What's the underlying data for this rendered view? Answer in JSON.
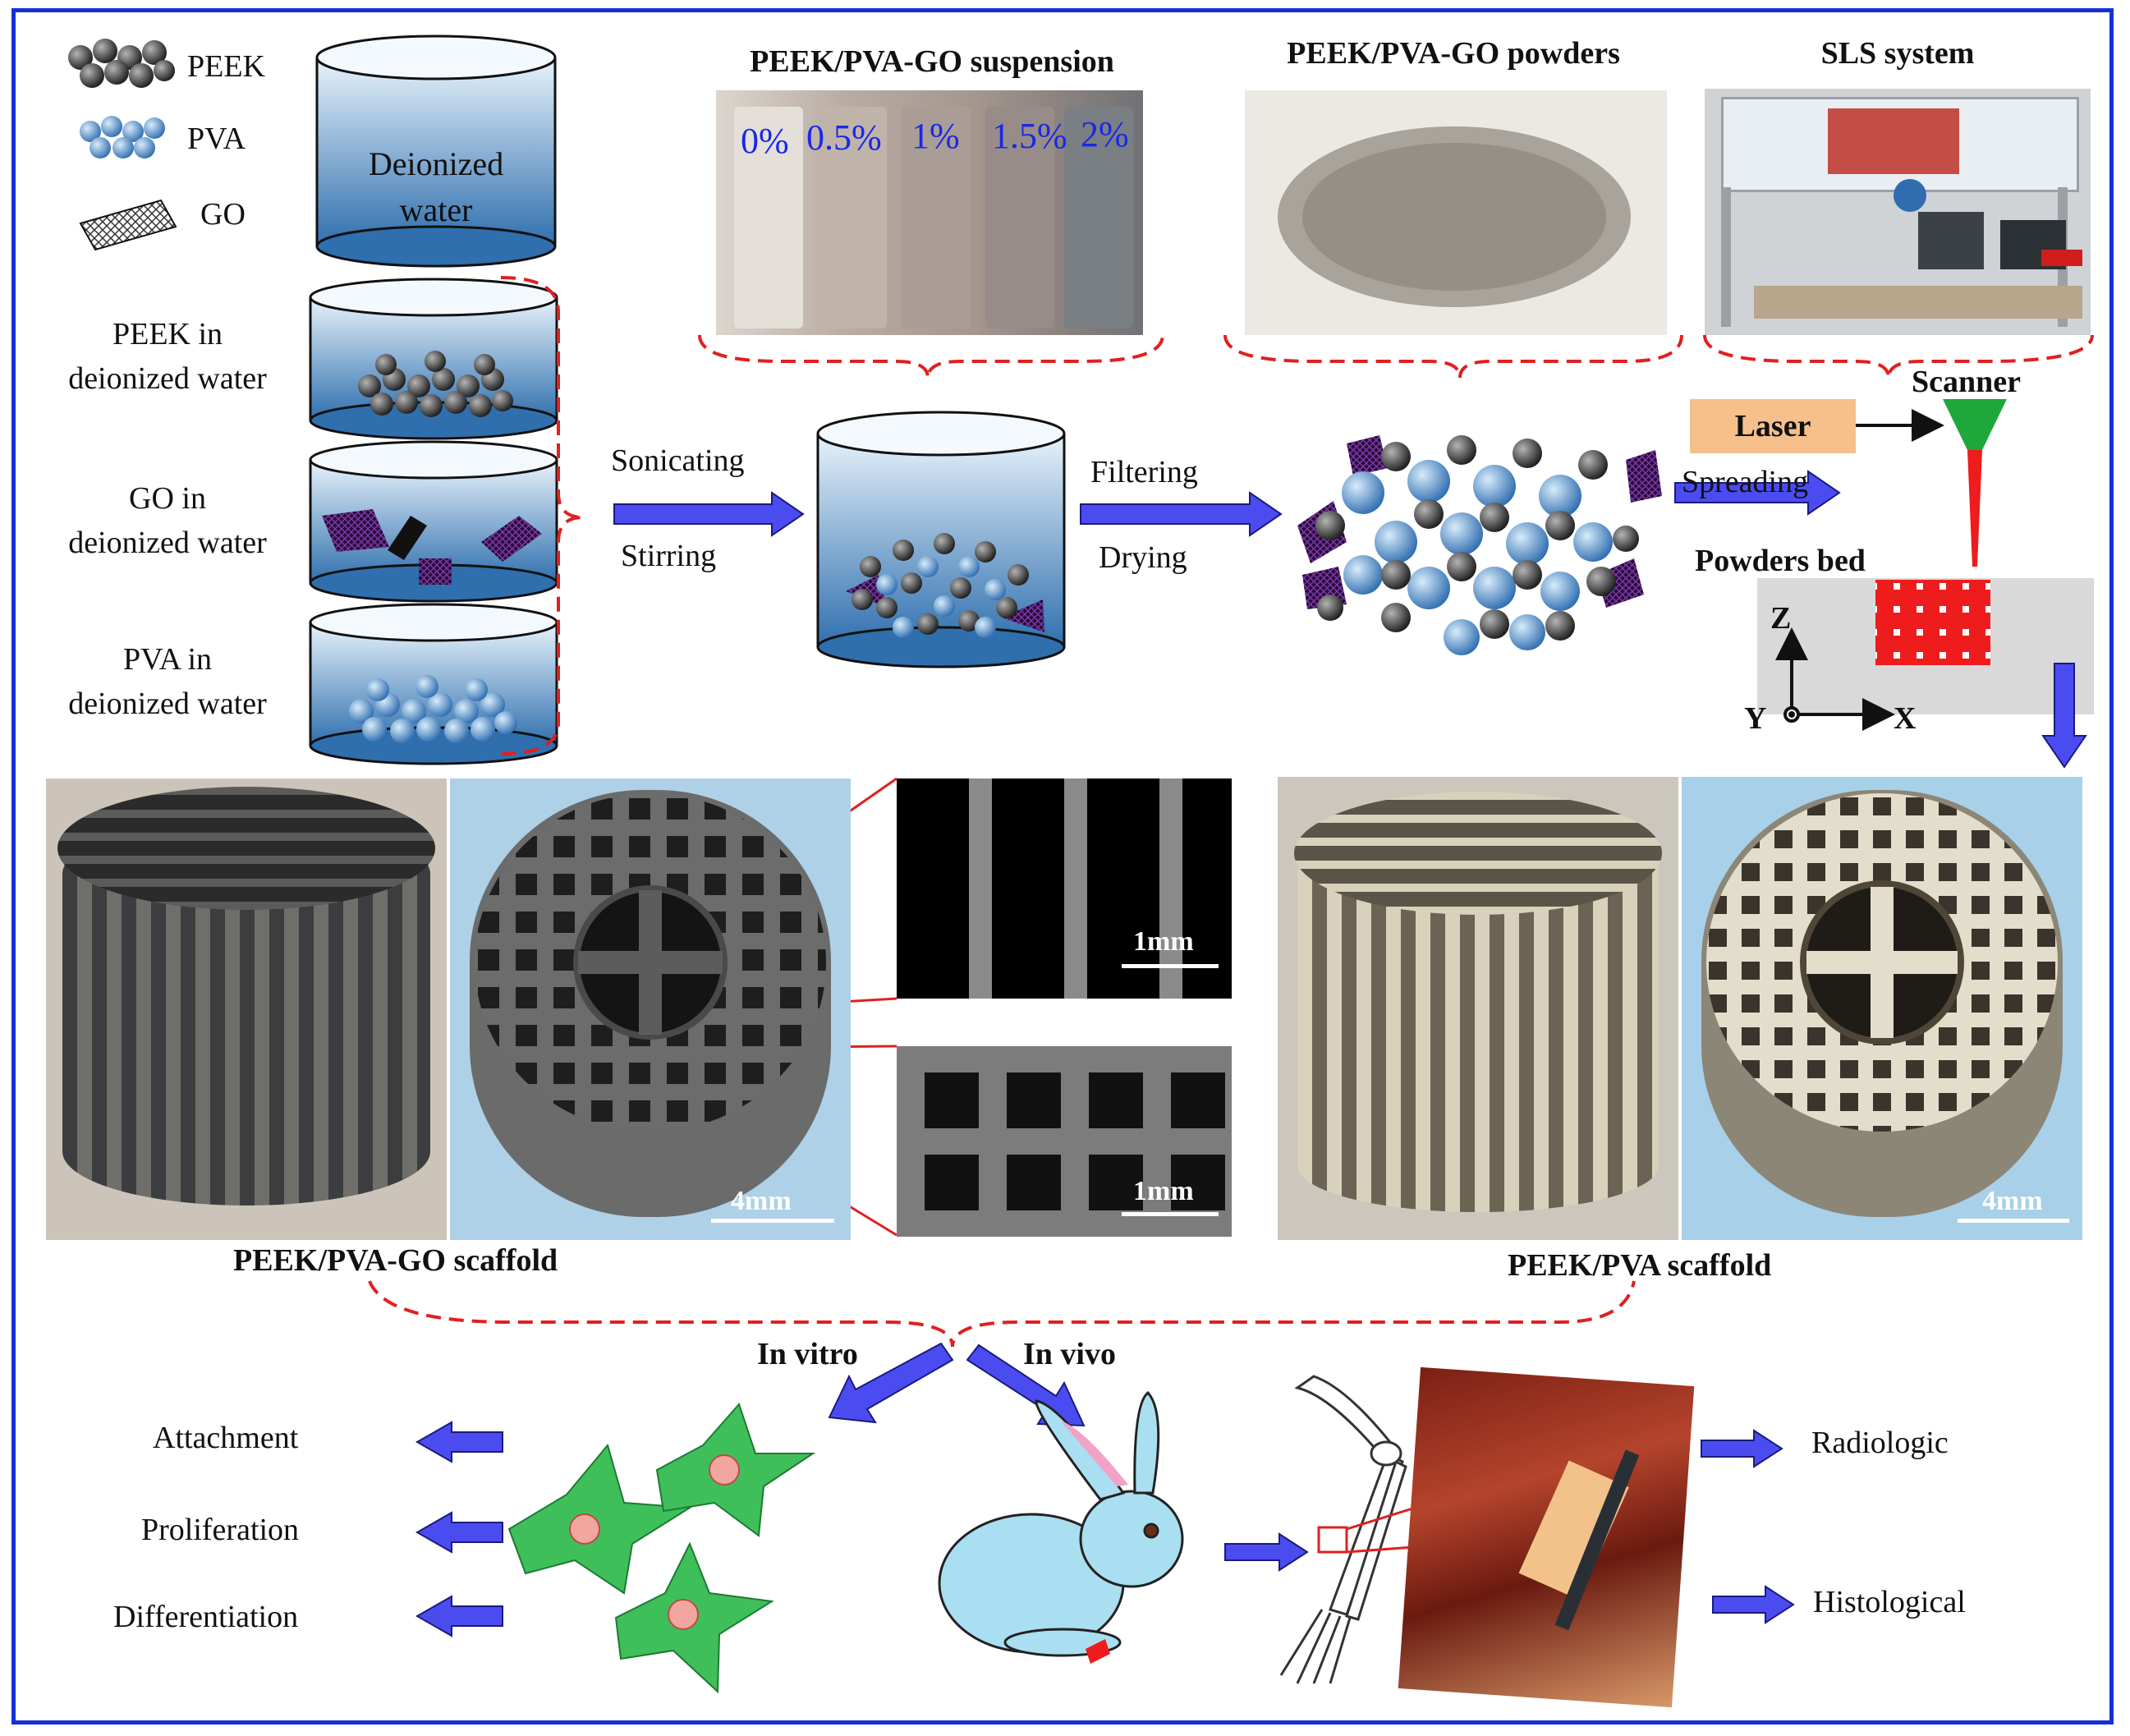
{
  "legend": {
    "peek": "PEEK",
    "pva": "PVA",
    "go": "GO"
  },
  "beakers": {
    "main": "Deionized\nwater",
    "peek": "PEEK in\ndeionized water",
    "go": "GO in\ndeionized water",
    "pva": "PVA in\ndeionized water"
  },
  "photos": {
    "suspension_title": "PEEK/PVA-GO suspension",
    "suspension_labels": [
      "0%",
      "0.5%",
      "1%",
      "1.5%",
      "2%"
    ],
    "powders_title": "PEEK/PVA-GO powders",
    "sls_title": "SLS system"
  },
  "steps": {
    "sonicating": "Sonicating",
    "stirring": "Stirring",
    "filtering": "Filtering",
    "drying": "Drying",
    "spreading": "Spreading",
    "laser": "Laser",
    "scanner": "Scanner",
    "powders_bed": "Powders bed",
    "axis_z": "Z",
    "axis_x": "X",
    "axis_y": "Y"
  },
  "scaffolds": {
    "go_label": "PEEK/PVA-GO scaffold",
    "pva_label": "PEEK/PVA scaffold",
    "scale_4mm": "4mm",
    "scale_1mm": "1mm"
  },
  "bio": {
    "in_vitro": "In vitro",
    "in_vivo": "In vivo",
    "attachment": "Attachment",
    "proliferation": "Proliferation",
    "differentiation": "Differentiation",
    "radiologic": "Radiologic",
    "histological": "Histological"
  },
  "colors": {
    "frame": "#1530d8",
    "arrow": "#4b4cf0",
    "dashed": "#e02020",
    "laser_box": "#f5c08c",
    "scanner_green": "#1ea83c",
    "scanner_red": "#ee1c1c",
    "cell": "#3fbf5a",
    "rabbit": "#a9dff0",
    "pct_text": "#1a28e6"
  }
}
